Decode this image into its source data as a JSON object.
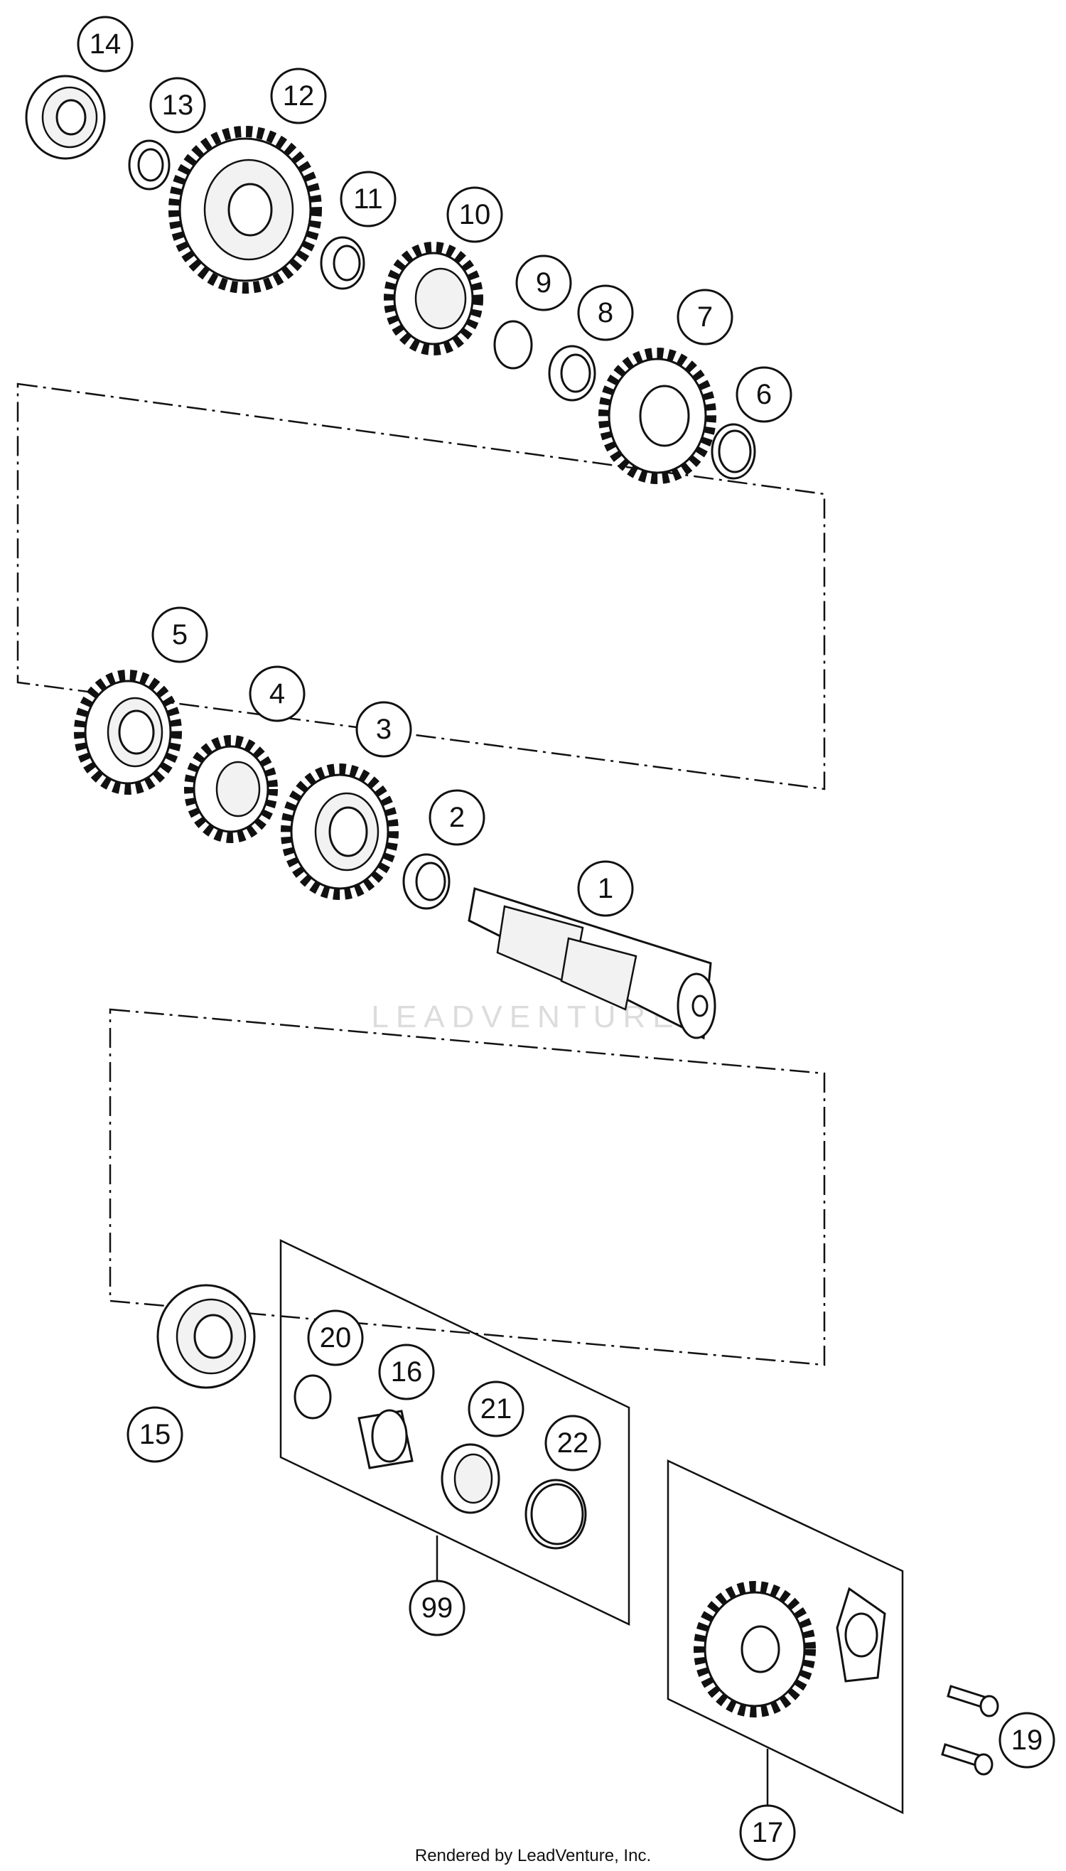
{
  "diagram": {
    "callouts": [
      "14",
      "13",
      "12",
      "11",
      "10",
      "9",
      "8",
      "7",
      "6",
      "5",
      "4",
      "3",
      "2",
      "1",
      "20",
      "16",
      "21",
      "22",
      "15",
      "99",
      "17",
      "19"
    ],
    "watermark": "LEADVENTURE",
    "footer": "Rendered by LeadVenture, Inc."
  }
}
